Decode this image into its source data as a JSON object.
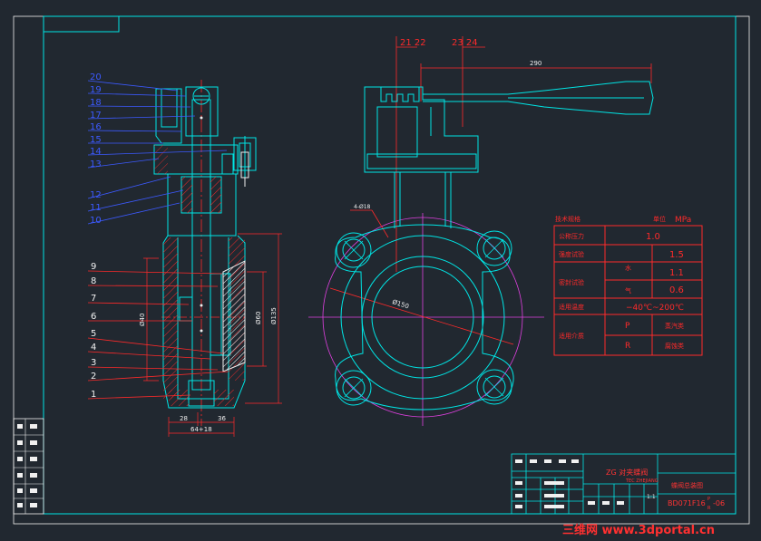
{
  "colors": {
    "background": "#212830",
    "cyan": "#00e5e5",
    "red": "#ff2a2a",
    "blue": "#3c5aff",
    "magenta": "#e040e0",
    "white": "#f0f0f0",
    "title_yellow": "#ffee33",
    "watermark": "#ff3030"
  },
  "view_labels": {
    "part_numbers_left_top": [
      "20",
      "19",
      "18",
      "17",
      "16",
      "15",
      "14",
      "13",
      "12",
      "11",
      "10"
    ],
    "part_numbers_left_bottom": [
      "9",
      "8",
      "7",
      "6",
      "5",
      "4",
      "3",
      "2",
      "1"
    ],
    "callout_a": "21 22",
    "callout_b": "23 24"
  },
  "dimensions": {
    "handle_length": "290",
    "bolt_holes": "4-Ø18",
    "pcd": "Ø150",
    "body_d1": "Ø40",
    "body_d2": "Ø60",
    "body_d3": "Ø135",
    "bottom_a": "28",
    "bottom_b": "36",
    "bottom_total": "64+18"
  },
  "spec_table": {
    "title_left": "技术规格",
    "unit_label": "单位",
    "unit_value": "MPa",
    "rows": [
      {
        "label": "公称压力",
        "mid": "",
        "value": "1.0"
      },
      {
        "label": "强度试验",
        "mid": "水",
        "value": "1.5"
      },
      {
        "label": "密封试验",
        "mid": "",
        "value": "1.1"
      },
      {
        "label": "",
        "mid": "气",
        "value": "0.6"
      },
      {
        "label": "适用温度",
        "mid": "",
        "value": "−40℃~200℃"
      },
      {
        "label": "适用介质",
        "mid": "P",
        "value": "蒸汽类"
      },
      {
        "label": "",
        "mid": "R",
        "value": "腐蚀类"
      }
    ]
  },
  "title_block": {
    "company": "ZG  对夹蝶阀",
    "company_sub": "TEC  ZHEJIANG",
    "name": "蝶阀总装图",
    "scale": "1:1",
    "code": "BD071F16",
    "code_sup": "P",
    "code_sub": "R",
    "code_suffix": "-06"
  },
  "watermark": "三维网 www.3dportal.cn"
}
